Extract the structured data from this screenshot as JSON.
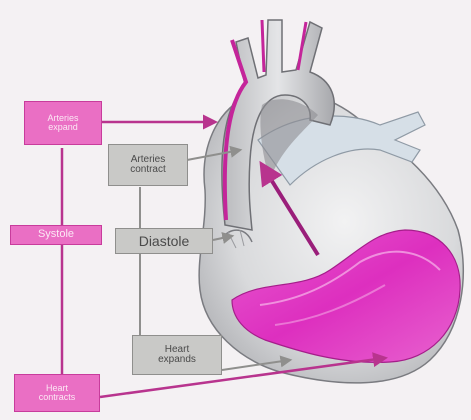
{
  "diagram": {
    "labels": {
      "arteries_expand": "Arteries\nexpand",
      "systole": "Systole",
      "arteries_contract": "Arteries\ncontract",
      "diastole": "Diastole",
      "heart_expands": "Heart\nexpands",
      "heart_contracts": "Heart\ncontracts"
    },
    "colors": {
      "systole_box": "#ea6fc4",
      "systole_line": "#b8348e",
      "diastole_box": "#c9c9c7",
      "diastole_line": "#8f8f8d",
      "ventricle": "#dd2fbf"
    }
  }
}
